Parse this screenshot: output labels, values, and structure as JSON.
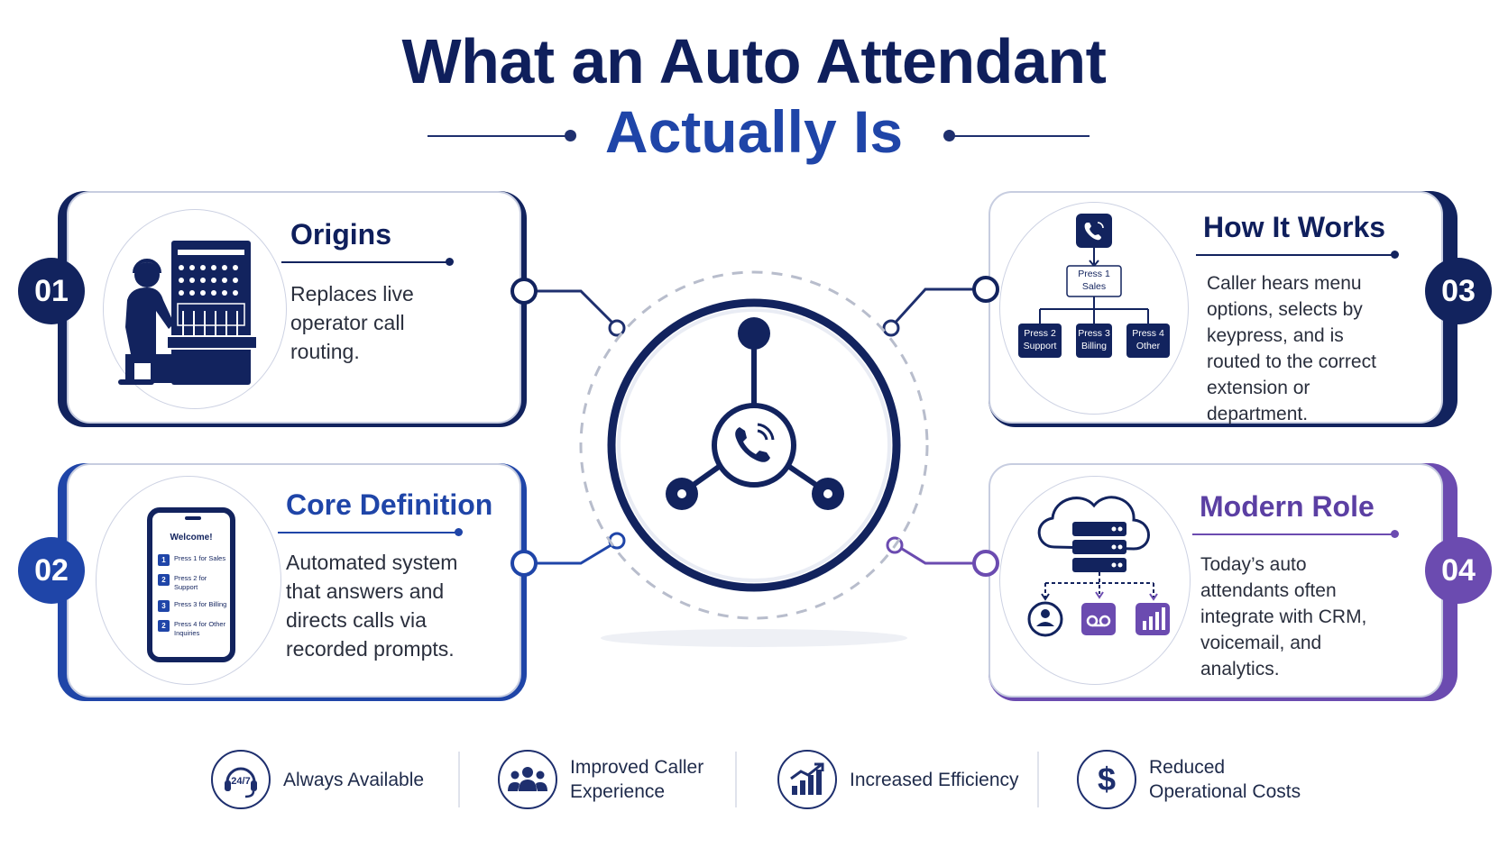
{
  "header": {
    "title_line1": "What an Auto Attendant",
    "title_line2": "Actually Is"
  },
  "colors": {
    "navy": "#0f1f5c",
    "blue": "#1f45a8",
    "purple": "#6b4bb0"
  },
  "cards": {
    "origins": {
      "number": "01",
      "title": "Origins",
      "body": "Replaces live operator call routing.",
      "illustration": "operator-switchboard-icon"
    },
    "core": {
      "number": "02",
      "title": "Core Definition",
      "body": "Automated system that answers and directs calls via recorded prompts.",
      "phone": {
        "greeting": "Welcome!",
        "options": [
          {
            "num": "1",
            "label": "Press 1 for Sales"
          },
          {
            "num": "2",
            "label": "Press 2 for Support"
          },
          {
            "num": "3",
            "label": "Press 3 for Billing"
          },
          {
            "num": "2",
            "label": "Press 4 for Other Inquiries"
          }
        ]
      }
    },
    "how": {
      "number": "03",
      "title": "How It Works",
      "body": "Caller hears menu options, selects by keypress, and is routed to the correct extension or department.",
      "tree": {
        "root": "Press 1 Sales",
        "leaves": [
          "Press 2 Support",
          "Press 3 Billing",
          "Press 4 Other"
        ]
      }
    },
    "modern": {
      "number": "04",
      "title": "Modern Role",
      "body": "Today’s auto attendants often integrate with CRM, voicemail, and analytics.",
      "illustration": "cloud-server-icon"
    }
  },
  "benefits": [
    {
      "icon": "24-7-headset-icon",
      "badge": "24/7",
      "label": "Always Available"
    },
    {
      "icon": "people-group-icon",
      "label": "Improved Caller Experience"
    },
    {
      "icon": "growth-chart-icon",
      "label": "Increased Efficiency"
    },
    {
      "icon": "dollar-icon",
      "badge": "$",
      "label": "Reduced Operational Costs"
    }
  ]
}
